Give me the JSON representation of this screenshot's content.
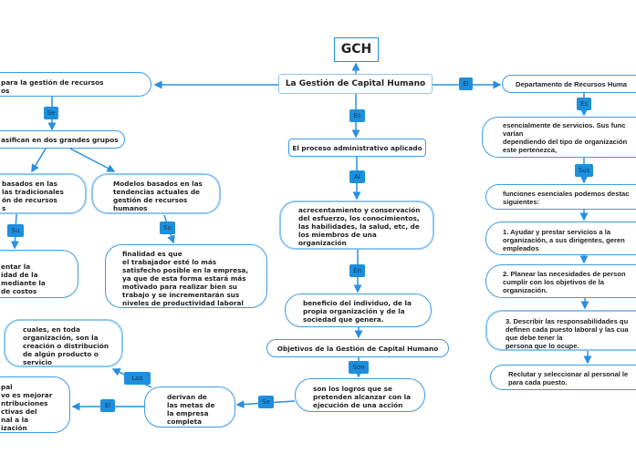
{
  "root": {
    "title": "GCH",
    "main": "La Gestión de Capital Humano"
  },
  "left": {
    "top": "para la gestión de recursos\nos",
    "se1": "Se",
    "groups": "asifican en dos grandes grupos",
    "trad": "basados en las\nlas tradicionales\nón de recursos\ns",
    "modern": "Modelos basados en las\ntendencias actuales de\ngestión de recursos\nhumanos",
    "su1": "Su",
    "su2": "Su",
    "trad_goal": "entar la\nidad de la\nmediante la\nde costos",
    "modern_goal": "finalidad es que\nel trabajador esté lo más\nsatisfecho posible en la empresa,\nya que de esta forma estará más\nmotivado para realizar bien su\ntrabajo y se incrementarán sus\nniveles de productividad laboral"
  },
  "center": {
    "es": "Es",
    "process": "El proceso administrativo aplicado",
    "al": "Al",
    "growth": "acrecentamiento y conservación\ndel esfuerzo, los conocimientos,\nlas habilidades, la salud, etc, de\nlos miembros de una\norganización",
    "en": "En",
    "benefit": "beneficio del individuo, de la\npropia organización y de la\nsociedad que genera.",
    "objectives": "Objetivos de la Gestión de Capital Humano",
    "son": "Son",
    "achievements": "son los logros que se\npretenden alcanzar con la\nejecución de una acción",
    "se": "Se",
    "derive": "derivan de\nlas metas de\nla empresa\ncompleta",
    "los": "Los",
    "cuales": "cuales, en toda\norganización, son la\ncreación o distribución\nde algún producto o\nservicio",
    "el": "El",
    "principal": "pal\nvo es mejorar\nntribuciones\nctivas del\nnal a la\nización"
  },
  "right": {
    "el": "El",
    "dept": "Departamento de Recursos Huma",
    "es": "Es",
    "services": "esencialmente de servicios. Sus func\nvarían\ndependiendo del tipo de organización\neste pertenezca,",
    "sus": "Sus",
    "functions": "funciones esenciales podemos destac\nsiguientes:",
    "f1": "1. Ayudar y prestar servicios a la\norganización, a sus dirigentes, geren\nempleados",
    "f2": "2. Planear las necesidades de person\ncumplir con los objetivos de la\norganización.",
    "f3": "3. Describir las responsabilidades qu\ndefinen cada puesto laboral y las cua\nque debe tener la\npersona que lo ocupe.",
    "f4": "Reclutar y seleccionar al personal le\npara cada puesto."
  },
  "colors": {
    "line": "#2a8fdf",
    "label": "#1e8fdc",
    "border": "#3d9be6"
  }
}
